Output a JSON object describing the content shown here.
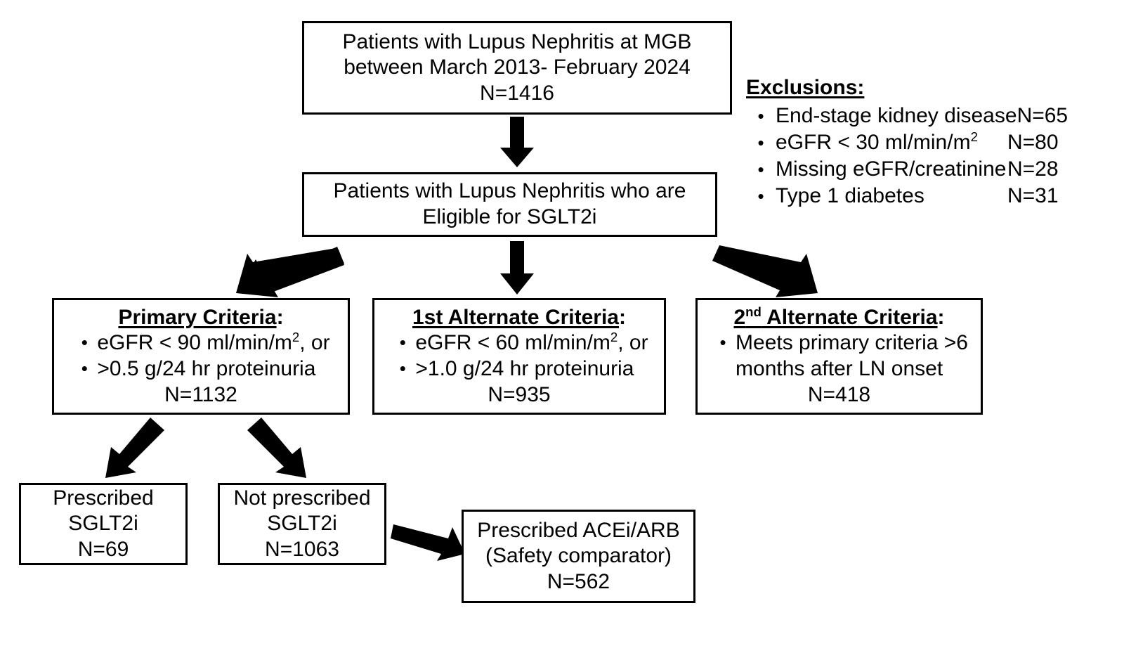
{
  "diagram": {
    "title": "Patient selection flowchart for SGLT2i eligibility in Lupus Nephritis",
    "stroke_color": "#000000",
    "fill_color": "#ffffff"
  },
  "boxes": {
    "cohort": {
      "line1": "Patients with Lupus Nephritis at MGB",
      "line2": "between March 2013- February 2024",
      "line3": "N=1416"
    },
    "eligible": {
      "line1": "Patients with Lupus Nephritis who are",
      "line2": "Eligible for SGLT2i"
    },
    "primary_criteria": {
      "title": "Primary Criteria",
      "title_suffix": ":",
      "bullet1": "eGFR < 90 ml/min/m",
      "bullet1_sup": "2",
      "bullet1_tail": ", or",
      "bullet2": ">0.5 g/24 hr proteinuria",
      "count": "N=1132"
    },
    "alt1_criteria": {
      "title": "1st Alternate Criteria",
      "title_suffix": ":",
      "bullet1": "eGFR < 60 ml/min/m",
      "bullet1_sup": "2",
      "bullet1_tail": ", or",
      "bullet2": ">1.0 g/24 hr proteinuria",
      "count": "N=935"
    },
    "alt2_criteria": {
      "title_num": "2",
      "title_sup": "nd",
      "title_rest": " Alternate Criteria",
      "title_suffix": ":",
      "bullet1_line1": "Meets primary criteria >6",
      "bullet1_line2": "months after LN onset",
      "count": "N=418"
    },
    "prescribed": {
      "line1": "Prescribed",
      "line2": "SGLT2i",
      "line3": "N=69"
    },
    "not_prescribed": {
      "line1": "Not prescribed",
      "line2": "SGLT2i",
      "line3": "N=1063"
    },
    "acei_arb": {
      "line1": "Prescribed ACEi/ARB",
      "line2": "(Safety comparator)",
      "line3": "N=562"
    }
  },
  "exclusions": {
    "title": "Exclusions:",
    "items": [
      {
        "label": "End-stage kidney disease",
        "n": "N=65"
      },
      {
        "label_pre": "eGFR < 30 ml/min/m",
        "label_sup": "2",
        "label": "eGFR < 30 ml/min/m2",
        "n": "N=80"
      },
      {
        "label": "Missing eGFR/creatinine",
        "n": "N=28"
      },
      {
        "label": "Type 1 diabetes",
        "n": "N=31"
      }
    ]
  },
  "bullet_glyph": "•",
  "arrows": [
    {
      "name": "arrow-cohort-to-eligible",
      "direction": "down"
    },
    {
      "name": "arrow-eligible-to-primary",
      "direction": "down-left"
    },
    {
      "name": "arrow-eligible-to-alt1",
      "direction": "down"
    },
    {
      "name": "arrow-eligible-to-alt2",
      "direction": "down-right"
    },
    {
      "name": "arrow-primary-to-prescribed",
      "direction": "down-left"
    },
    {
      "name": "arrow-primary-to-not-prescribed",
      "direction": "down-right"
    },
    {
      "name": "arrow-not-prescribed-to-acei-arb",
      "direction": "right-down"
    }
  ]
}
